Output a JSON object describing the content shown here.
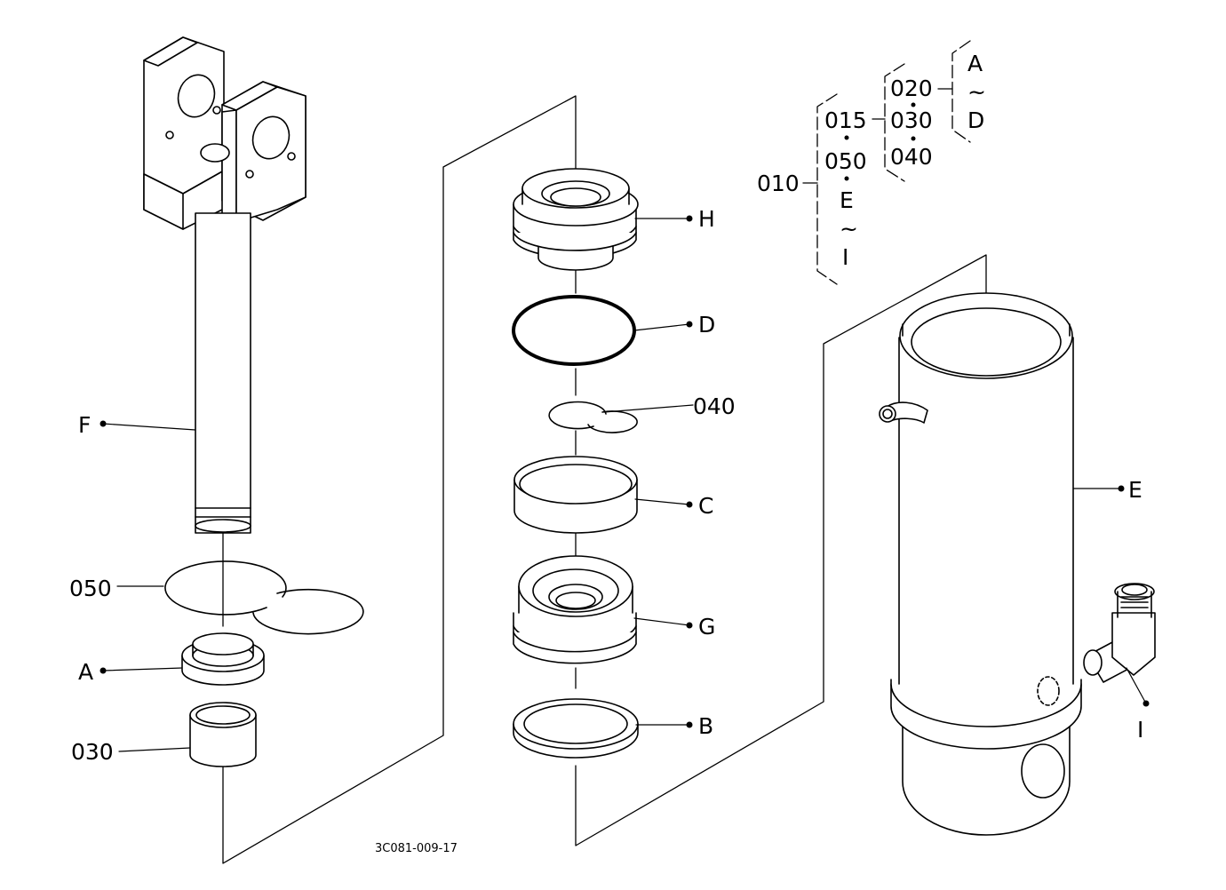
{
  "drawing_number": "3C081-009-17",
  "callouts": {
    "F": "F",
    "o050": "050",
    "A": "A",
    "o030": "030",
    "H": "H",
    "D": "D",
    "o040": "040",
    "C": "C",
    "G": "G",
    "B": "B",
    "E": "E",
    "I": "I"
  },
  "tree": {
    "root": "010",
    "l1_015": "015",
    "l1_050": "050",
    "l1_E": "E",
    "l1_tilde": "~",
    "l1_I": "I",
    "l2_020": "020",
    "l2_030": "030",
    "l2_040": "040",
    "l3_A": "A",
    "l3_tilde": "~",
    "l3_D": "D"
  }
}
